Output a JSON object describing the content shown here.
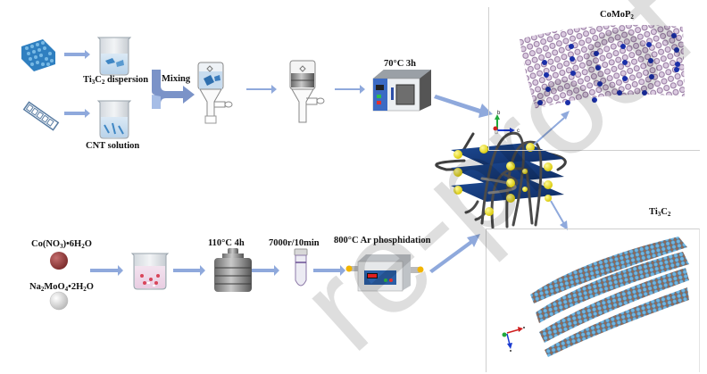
{
  "figure": {
    "title": "Synthesis schematic of CoMoP2 / Ti3C2 / CNT composite",
    "watermark": "re-proof",
    "colors": {
      "arrow": "#8fa9dc",
      "ti3c2_blue": "#4f9fd6",
      "comop2_purple": "#9a7ea8",
      "comop2_blue": "#1a2fa8",
      "sheet_navy": "#173a7a",
      "particle_yellow": "#f2e300",
      "cnt_gray": "#4a4a4a",
      "co_sphere": "#9b3c3c"
    }
  },
  "top_row": {
    "ti3c2_dispersion": {
      "main": "Ti",
      "sub1": "3",
      "mid": "C",
      "sub2": "2",
      "rest": " dispersion"
    },
    "cnt_solution": "CNT solution",
    "mixing": "Mixing",
    "drying": "70°C 3h"
  },
  "bottom_row": {
    "co_precursor": {
      "a": "Co(NO",
      "sub1": "3",
      "b": ")•6H",
      "sub2": "2",
      "c": "O"
    },
    "mo_precursor": {
      "a": "Na",
      "sub1": "2",
      "b": "MoO",
      "sub2": "4",
      "c": "•2H",
      "sub3": "2",
      "d": "O"
    },
    "hydrothermal": "110°C 4h",
    "centrifuge": "7000r/10min",
    "phosphidation": "800°C Ar phosphidation"
  },
  "panels": {
    "comop2": {
      "main": "CoMoP",
      "sub": "2"
    },
    "ti3c2": {
      "main": "Ti",
      "sub1": "3",
      "mid": "C",
      "sub2": "2"
    },
    "axis_labels": {
      "b": "b",
      "c": "c",
      "a": "a"
    }
  }
}
